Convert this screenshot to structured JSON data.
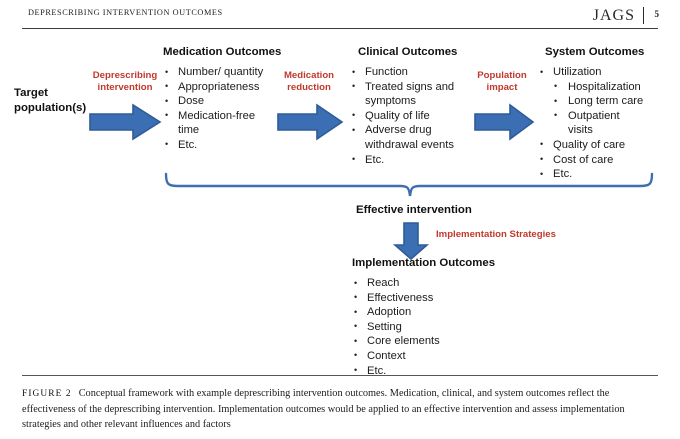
{
  "header": {
    "running_head": "DEPRESCRIBING INTERVENTION OUTCOMES",
    "journal": "JAGS",
    "page_number": "5"
  },
  "diagram": {
    "start": {
      "label": "Target population(s)"
    },
    "connectors": [
      {
        "name": "deprescribing-intervention",
        "label_line1": "Deprescribing",
        "label_line2": "intervention"
      },
      {
        "name": "medication-reduction",
        "label_line1": "Medication",
        "label_line2": "reduction"
      },
      {
        "name": "population-impact",
        "label_line1": "Population",
        "label_line2": "impact"
      }
    ],
    "columns": [
      {
        "title": "Medication Outcomes",
        "items": [
          {
            "text": "Number/ quantity",
            "level": 1
          },
          {
            "text": "Appropriateness",
            "level": 1
          },
          {
            "text": "Dose",
            "level": 1
          },
          {
            "text": "Medication-free",
            "level": 1
          },
          {
            "text": "time",
            "level": 0
          },
          {
            "text": "Etc.",
            "level": 1
          }
        ]
      },
      {
        "title": "Clinical Outcomes",
        "items": [
          {
            "text": "Function",
            "level": 1
          },
          {
            "text": "Treated signs and",
            "level": 1
          },
          {
            "text": "symptoms",
            "level": 0
          },
          {
            "text": "Quality of life",
            "level": 1
          },
          {
            "text": "Adverse drug",
            "level": 1
          },
          {
            "text": "withdrawal events",
            "level": 0
          },
          {
            "text": "Etc.",
            "level": 1
          }
        ]
      },
      {
        "title": "System Outcomes",
        "items": [
          {
            "text": "Utilization",
            "level": 1
          },
          {
            "text": "Hospitalization",
            "level": 2
          },
          {
            "text": "Long term care",
            "level": 2
          },
          {
            "text": "Outpatient",
            "level": 2
          },
          {
            "text": "visits",
            "level": 0
          },
          {
            "text": "Quality of care",
            "level": 1
          },
          {
            "text": "Cost of care",
            "level": 1
          },
          {
            "text": "Etc.",
            "level": 1
          }
        ]
      }
    ],
    "effective_intervention": "Effective intervention",
    "implementation_strategies": "Implementation Strategies",
    "implementation": {
      "title": "Implementation Outcomes",
      "items": [
        "Reach",
        "Effectiveness",
        "Adoption",
        "Setting",
        "Core elements",
        "Context",
        "Etc."
      ]
    }
  },
  "caption": {
    "figure_number": "FIGURE 2",
    "text": "Conceptual framework with example deprescribing intervention outcomes. Medication, clinical, and system outcomes reflect the effectiveness of the deprescribing intervention. Implementation outcomes would be applied to an effective intervention and assess implementation strategies and other relevant influences and factors"
  },
  "colors": {
    "arrow_fill": "#3C6EB4",
    "arrow_stroke": "#2E5C96",
    "brace": "#3F6FAF",
    "red_label": "#C0392B"
  }
}
